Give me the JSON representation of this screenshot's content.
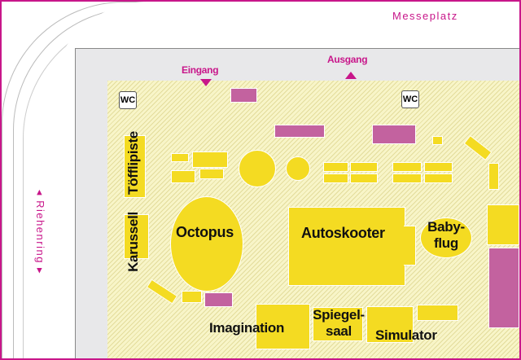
{
  "streets": {
    "top": "Messeplatz",
    "left": "Riehenring"
  },
  "entrances": {
    "entry": "Eingang",
    "exit": "Ausgang"
  },
  "facilities": {
    "wc": "WC"
  },
  "attractions": {
    "toeffli": "Töfflipiste",
    "karussell": "Karussell",
    "octopus": "Octopus",
    "autoskooter": "Autoskooter",
    "babyflug_1": "Baby-",
    "babyflug_2": "flug",
    "imagination": "Imagination",
    "spiegel_1": "Spiegel-",
    "spiegel_2": "saal",
    "simulator": "Simulator"
  },
  "colors": {
    "accent": "#c8168a",
    "ride": "#f4db22",
    "stall": "#c3629f",
    "ground": "#f8f5c8"
  }
}
